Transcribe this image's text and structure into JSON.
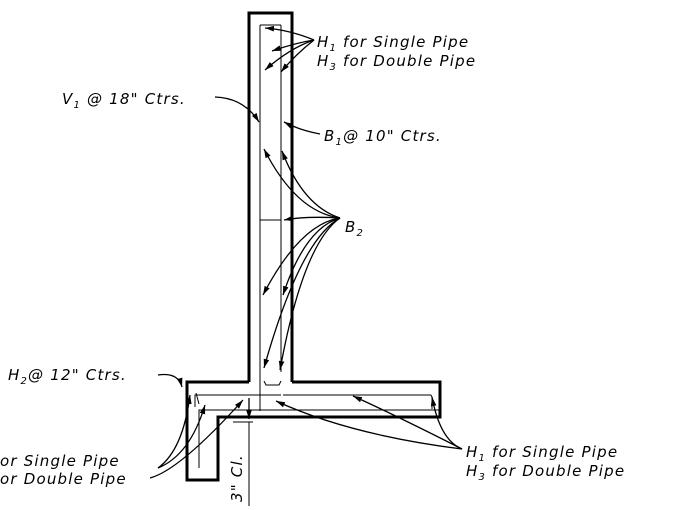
{
  "labels": {
    "top_right_h1_prefix": "H",
    "top_right_h1_sub": "1",
    "top_right_h1_suffix": " for Single Pipe",
    "top_right_h3_prefix": "H",
    "top_right_h3_sub": "3",
    "top_right_h3_suffix": " for Double Pipe",
    "v1_prefix": "V",
    "v1_sub": "1",
    "v1_suffix": " @ 18\" Ctrs.",
    "b1_prefix": "B",
    "b1_sub": "1",
    "b1_suffix": "@ 10\" Ctrs.",
    "b2_prefix": "B",
    "b2_sub": "2",
    "h2_prefix": "H",
    "h2_sub": "2",
    "h2_suffix": "@ 12\" Ctrs.",
    "bottom_left_line1": "or Single Pipe",
    "bottom_left_line2": "or Double Pipe",
    "clearance": "3\" Cl.",
    "bottom_right_h1_prefix": "H",
    "bottom_right_h1_sub": "1",
    "bottom_right_h1_suffix": " for Single Pipe",
    "bottom_right_h3_prefix": "H",
    "bottom_right_h3_sub": "3",
    "bottom_right_h3_suffix": " for Double Pipe"
  },
  "colors": {
    "line": "#000000",
    "background": "#ffffff"
  }
}
